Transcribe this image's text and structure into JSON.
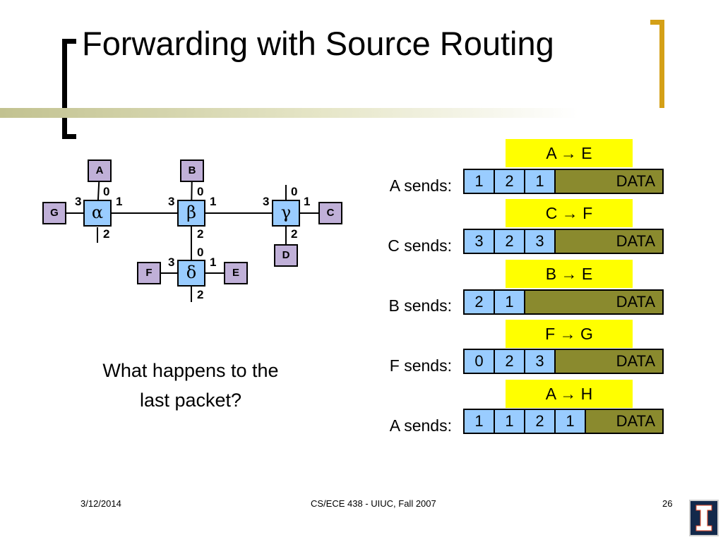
{
  "slide": {
    "title": "Forwarding with Source Routing",
    "question": "What happens to the last packet?",
    "footer": {
      "date": "3/12/2014",
      "course": "CS/ECE 438 - UIUC, Fall 2007",
      "page": "26"
    }
  },
  "network": {
    "hosts": [
      {
        "id": "A",
        "label": "A"
      },
      {
        "id": "B",
        "label": "B"
      },
      {
        "id": "C",
        "label": "C"
      },
      {
        "id": "D",
        "label": "D"
      },
      {
        "id": "E",
        "label": "E"
      },
      {
        "id": "F",
        "label": "F"
      },
      {
        "id": "G",
        "label": "G"
      }
    ],
    "switches": [
      {
        "id": "alpha",
        "label": "α",
        "ports": {
          "0": "0",
          "1": "1",
          "2": "2",
          "3": "3"
        }
      },
      {
        "id": "beta",
        "label": "β",
        "ports": {
          "0": "0",
          "1": "1",
          "2": "2",
          "3": "3"
        }
      },
      {
        "id": "gamma",
        "label": "γ",
        "ports": {
          "0": "0",
          "1": "1",
          "2": "2",
          "3": "3"
        }
      },
      {
        "id": "delta",
        "label": "δ",
        "ports": {
          "0": "0",
          "1": "1",
          "2": "2",
          "3": "3"
        }
      }
    ],
    "links": [
      [
        "alpha",
        "A"
      ],
      [
        "alpha",
        "G"
      ],
      [
        "alpha",
        "beta"
      ],
      [
        "beta",
        "B"
      ],
      [
        "beta",
        "gamma"
      ],
      [
        "beta",
        "delta"
      ],
      [
        "gamma",
        "C"
      ],
      [
        "gamma",
        "D"
      ],
      [
        "delta",
        "F"
      ],
      [
        "delta",
        "E"
      ]
    ]
  },
  "packets": [
    {
      "route": "A → E",
      "sender": "A sends:",
      "hops": [
        "1",
        "2",
        "1"
      ],
      "data": "DATA"
    },
    {
      "route": "C → F",
      "sender": "C sends:",
      "hops": [
        "3",
        "2",
        "3"
      ],
      "data": "DATA"
    },
    {
      "route": "B → E",
      "sender": "B sends:",
      "hops": [
        "2",
        "1"
      ],
      "data": "DATA"
    },
    {
      "route": "F → G",
      "sender": "F sends:",
      "hops": [
        "0",
        "2",
        "3"
      ],
      "data": "DATA"
    },
    {
      "route": "A → H",
      "sender": "A sends:",
      "hops": [
        "1",
        "1",
        "2",
        "1"
      ],
      "data": "DATA"
    }
  ],
  "colors": {
    "host_fill": "#c0b0d8",
    "switch_fill": "#99ccff",
    "route_label_fill": "#ffff00",
    "data_fill": "#8a8a2e",
    "title_bracket": "#d4a017"
  }
}
